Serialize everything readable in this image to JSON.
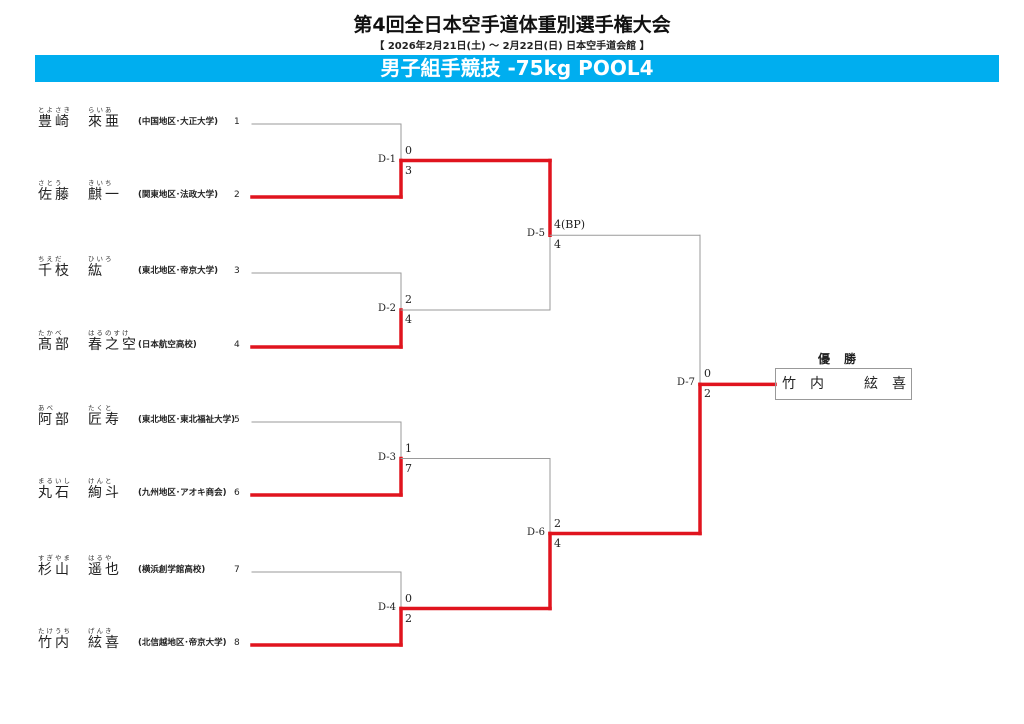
{
  "header": {
    "title": "第4回全日本空手道体重別選手権大会",
    "subtitle": "【 2026年2月21日(土) ～ 2月22日(日)  日本空手道会館 】",
    "banner": "男子組手競技 -75kg POOL4",
    "banner_color": "#00AEEF"
  },
  "players": [
    {
      "seed": "1",
      "ruby_family": "とよさき",
      "ruby_given": "らいあ",
      "family": "豊崎",
      "given": "來亜",
      "affiliation": "(中国地区･大正大学)"
    },
    {
      "seed": "2",
      "ruby_family": "さとう",
      "ruby_given": "きいち",
      "family": "佐藤",
      "given": "麒一",
      "affiliation": "(関東地区･法政大学)"
    },
    {
      "seed": "3",
      "ruby_family": "ちえだ",
      "ruby_given": "ひいろ",
      "family": "千枝",
      "given": "紘",
      "affiliation": "(東北地区･帝京大学)"
    },
    {
      "seed": "4",
      "ruby_family": "たかべ",
      "ruby_given": "はるのすけ",
      "family": "髙部",
      "given": "春之空",
      "affiliation": "(日本航空高校)"
    },
    {
      "seed": "5",
      "ruby_family": "あべ",
      "ruby_given": "たくと",
      "family": "阿部",
      "given": "匠寿",
      "affiliation": "(東北地区･東北福祉大学)"
    },
    {
      "seed": "6",
      "ruby_family": "まるいし",
      "ruby_given": "けんと",
      "family": "丸石",
      "given": "絢斗",
      "affiliation": "(九州地区･アオキ商会)"
    },
    {
      "seed": "7",
      "ruby_family": "すぎやま",
      "ruby_given": "はるや",
      "family": "杉山",
      "given": "遥也",
      "affiliation": "(横浜創学館高校)"
    },
    {
      "seed": "8",
      "ruby_family": "たけうち",
      "ruby_given": "げんき",
      "family": "竹内",
      "given": "絃喜",
      "affiliation": "(北信越地区･帝京大学)"
    }
  ],
  "matches": [
    {
      "id": "D-1",
      "top_score": "0",
      "bottom_score": "3",
      "winner": "bottom"
    },
    {
      "id": "D-2",
      "top_score": "2",
      "bottom_score": "4",
      "winner": "bottom"
    },
    {
      "id": "D-3",
      "top_score": "1",
      "bottom_score": "7",
      "winner": "bottom"
    },
    {
      "id": "D-4",
      "top_score": "0",
      "bottom_score": "2",
      "winner": "bottom"
    },
    {
      "id": "D-5",
      "top_score": "4(BP)",
      "bottom_score": "4",
      "winner": "top"
    },
    {
      "id": "D-6",
      "top_score": "2",
      "bottom_score": "4",
      "winner": "bottom"
    },
    {
      "id": "D-7",
      "top_score": "0",
      "bottom_score": "2",
      "winner": "bottom"
    }
  ],
  "champion": {
    "label": "優勝",
    "family": "竹内",
    "given": "絃喜"
  },
  "colors": {
    "winner_line": "#E0141E",
    "loser_line": "#9a9a9a"
  }
}
